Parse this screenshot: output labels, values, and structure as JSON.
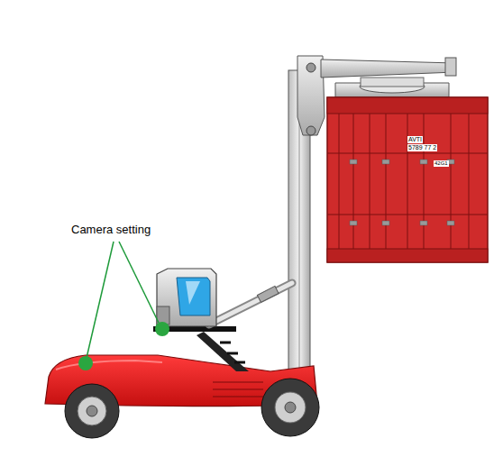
{
  "diagram": {
    "labels": [
      "Camera setting",
      "AVTI",
      "5789 77 2",
      "42G1"
    ]
  }
}
